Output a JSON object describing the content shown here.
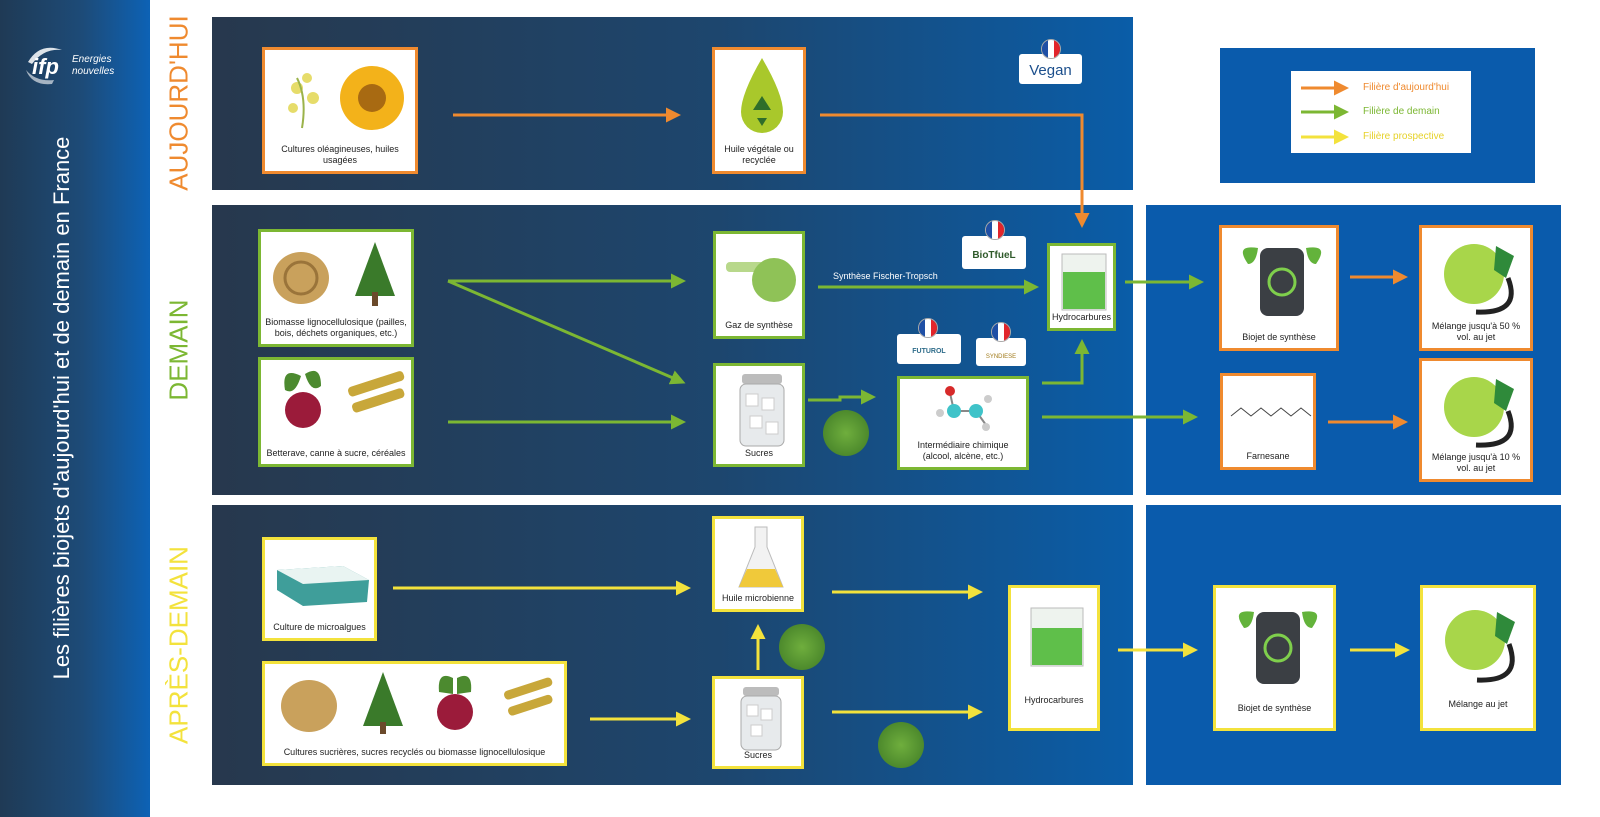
{
  "title": "Les filières biojets d'aujourd'hui et de demain en France",
  "logo": {
    "mark": "ifp",
    "line1": "Energies",
    "line2": "nouvelles"
  },
  "rows": {
    "today": "AUJOURD'HUI",
    "tomorrow": "DEMAIN",
    "after": "APRÈS-DEMAIN"
  },
  "colors": {
    "today": "#ef8a2f",
    "tomorrow": "#7cb733",
    "after": "#f3e23c"
  },
  "legend": {
    "today": "Filière d'aujourd'hui",
    "tomorrow": "Filière de demain",
    "after": "Filière prospective"
  },
  "labels": {
    "oil_crops": "Cultures oléagineuses, huiles usagées",
    "veg_oil": "Huile végétale ou recyclée",
    "lignocellulosic": "Biomasse lignocellulosique (pailles, bois, déchets organiques, etc.)",
    "beet": "Betterave, canne à sucre, céréales",
    "syngas": "Gaz de synthèse",
    "sugars": "Sucres",
    "fischer_tropsch": "Synthèse Fischer-Tropsch",
    "chem_intermediate": "Intermédiaire chimique (alcool, alcène, etc.)",
    "hydrocarbons": "Hydrocarbures",
    "biojet": "Biojet de synthèse",
    "blend50": "Mélange jusqu'à 50 % vol. au jet",
    "farnesane": "Farnesane",
    "blend10": "Mélange jusqu'à 10 % vol. au jet",
    "microalgae": "Culture de microalgues",
    "microbial_oil": "Huile microbienne",
    "sugar_crops": "Cultures sucrières, sucres recyclés ou biomasse lignocellulosique",
    "sugars2": "Sucres",
    "hydrocarbons2": "Hydrocarbures",
    "biojet2": "Biojet de synthèse",
    "blend_jet": "Mélange au jet"
  },
  "certs": {
    "vegan": "Vegan",
    "biotfuel": "BioTfueL",
    "futurol": "FUTUROL",
    "syndiese": "SYNDIESE"
  }
}
